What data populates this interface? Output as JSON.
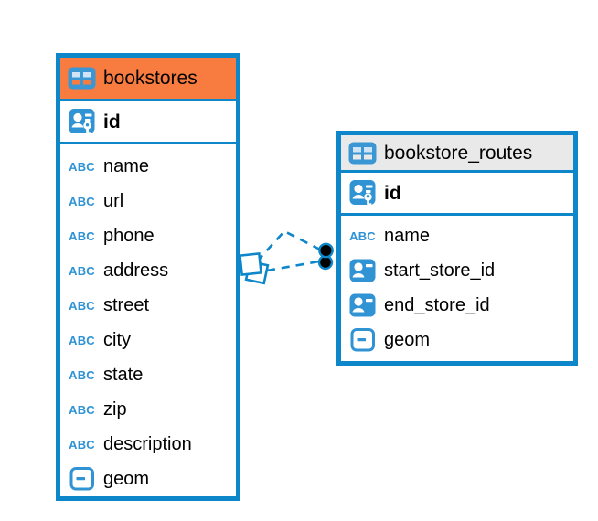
{
  "diagram": {
    "colors": {
      "table_border_blue": "#0D87CA",
      "icon_blue": "#2F93D4",
      "selected_header_orange": "#F87B40",
      "header_gray": "#E9E9E9",
      "row_text": "#000000",
      "connector_line_blue": "#0D87CA",
      "connector_dot_black": "#000000",
      "background": "#FFFFFF"
    },
    "tables": [
      {
        "name": "bookstores",
        "header_bg": "#F87B40",
        "columns": [
          {
            "name": "id",
            "icon": "primary-key",
            "bold": true
          },
          {
            "name": "name",
            "icon": "text"
          },
          {
            "name": "url",
            "icon": "text"
          },
          {
            "name": "phone",
            "icon": "text"
          },
          {
            "name": "address",
            "icon": "text"
          },
          {
            "name": "street",
            "icon": "text"
          },
          {
            "name": "city",
            "icon": "text"
          },
          {
            "name": "state",
            "icon": "text"
          },
          {
            "name": "zip",
            "icon": "text"
          },
          {
            "name": "description",
            "icon": "text"
          },
          {
            "name": "geom",
            "icon": "geometry"
          }
        ]
      },
      {
        "name": "bookstore_routes",
        "header_bg": "#E9E9E9",
        "columns": [
          {
            "name": "id",
            "icon": "primary-key",
            "bold": true
          },
          {
            "name": "name",
            "icon": "text"
          },
          {
            "name": "start_store_id",
            "icon": "foreign-key"
          },
          {
            "name": "end_store_id",
            "icon": "foreign-key"
          },
          {
            "name": "geom",
            "icon": "geometry"
          }
        ]
      }
    ],
    "relationships": [
      {
        "from_table": "bookstores",
        "to_table": "bookstore_routes",
        "line_style": "dashed",
        "from_marker": "diamond",
        "to_marker": "dot"
      },
      {
        "from_table": "bookstores",
        "to_table": "bookstore_routes",
        "line_style": "dashed",
        "from_marker": "diamond",
        "to_marker": "dot"
      }
    ]
  }
}
